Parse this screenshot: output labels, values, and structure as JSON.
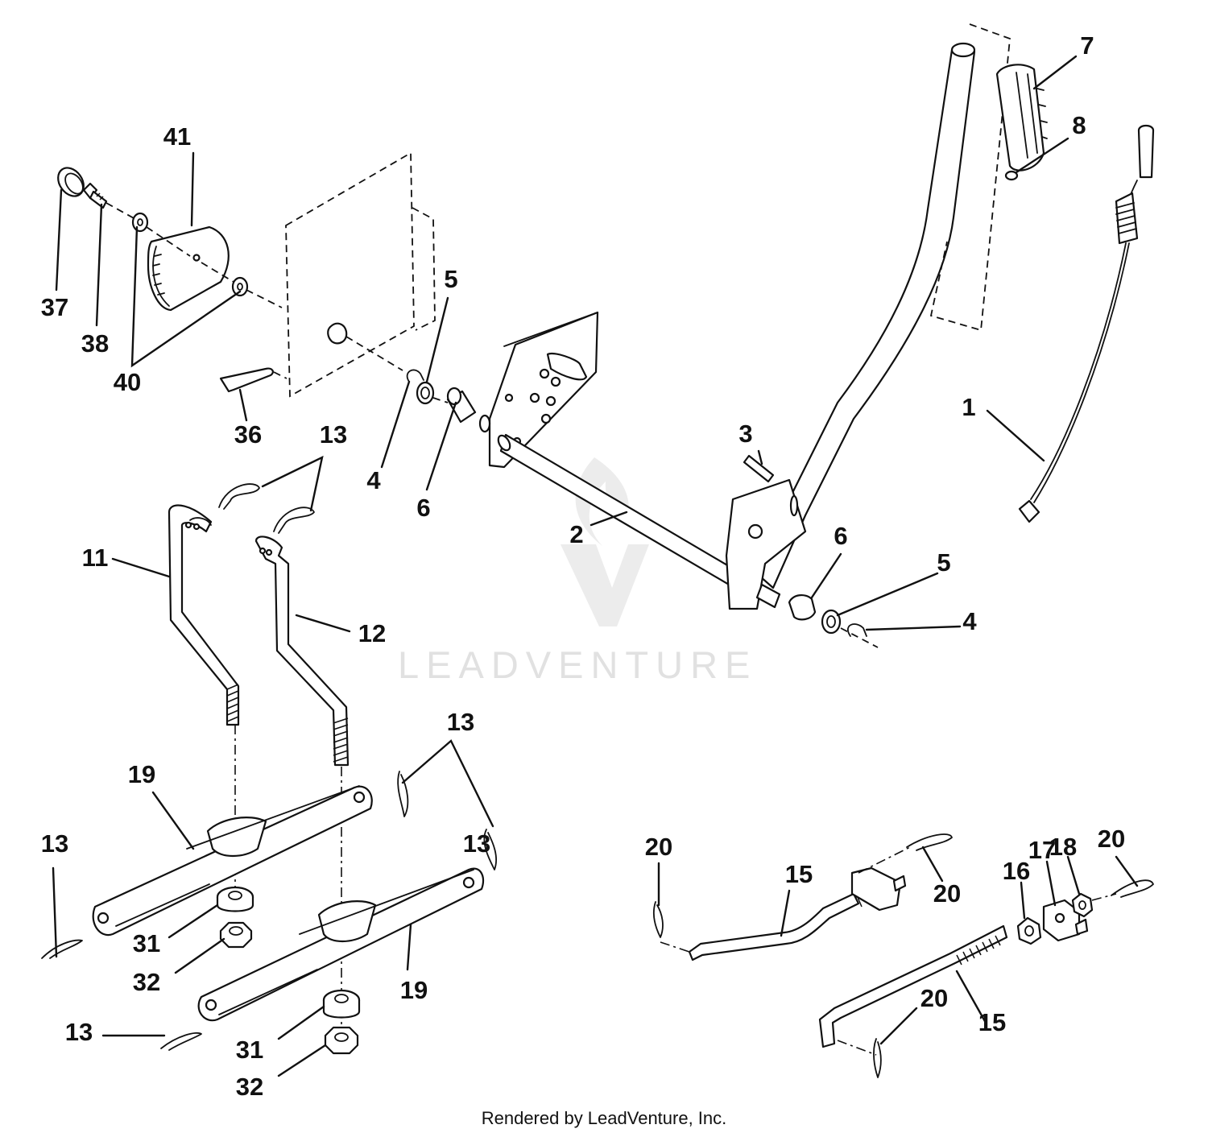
{
  "diagram": {
    "type": "exploded-parts-diagram",
    "callouts": [
      "1",
      "2",
      "3",
      "4",
      "4",
      "5",
      "5",
      "6",
      "6",
      "7",
      "8",
      "11",
      "12",
      "13",
      "13",
      "13",
      "13",
      "13",
      "15",
      "15",
      "16",
      "17",
      "18",
      "19",
      "19",
      "20",
      "20",
      "20",
      "20",
      "31",
      "31",
      "32",
      "32",
      "36",
      "37",
      "38",
      "40",
      "41"
    ]
  },
  "watermark": {
    "brand_text": "LEADVENTURE",
    "logo_icon": "leadventure-flame-v-logo"
  },
  "footer": {
    "credit": "Rendered by LeadVenture, Inc."
  },
  "colors": {
    "line": "#111111",
    "background": "#ffffff",
    "watermark": "#e1e1e1"
  }
}
